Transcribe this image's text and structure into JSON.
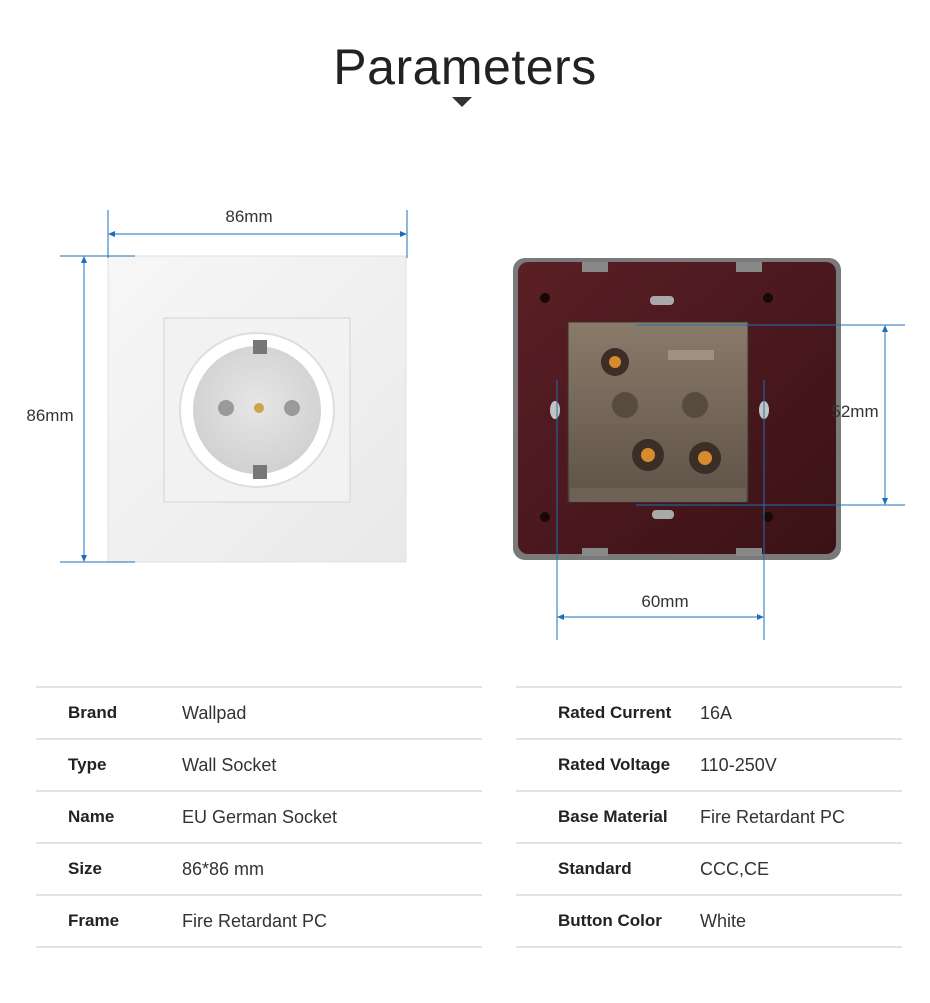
{
  "header": {
    "title": "Parameters"
  },
  "dimensions": {
    "front_width": "86mm",
    "front_height": "86mm",
    "back_height": "52mm",
    "back_width": "60mm"
  },
  "specs_left": [
    {
      "key": "Brand",
      "value": "Wallpad"
    },
    {
      "key": "Type",
      "value": "Wall Socket"
    },
    {
      "key": "Name",
      "value": "EU German Socket"
    },
    {
      "key": "Size",
      "value": "86*86 mm"
    },
    {
      "key": "Frame",
      "value": "Fire Retardant PC"
    }
  ],
  "specs_right": [
    {
      "key": "Rated Current",
      "value": "16A"
    },
    {
      "key": "Rated Voltage",
      "value": "110-250V"
    },
    {
      "key": "Base Material",
      "value": "Fire Retardant PC"
    },
    {
      "key": "Standard",
      "value": "CCC,CE"
    },
    {
      "key": "Button Color",
      "value": "White"
    }
  ],
  "colors": {
    "accent_line": "#1e6fb8",
    "back_body": "#4a1a1e"
  }
}
